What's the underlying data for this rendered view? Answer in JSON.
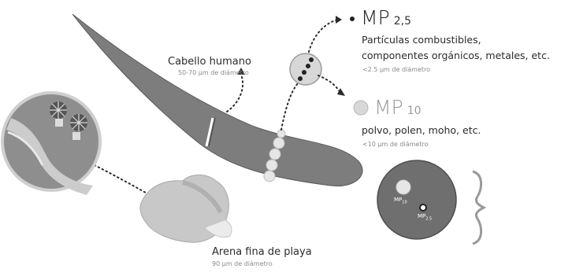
{
  "hair": {
    "title": "Cabello humano",
    "subtitle": "50-70 µm de diámetro"
  },
  "mp25": {
    "symbol": "MP",
    "subscript": "2,5",
    "line1": "Partículas combustibles,",
    "line2": "componentes orgánicos, metales, etc.",
    "size": "<2.5 µm de diámetro"
  },
  "mp10": {
    "symbol": "MP",
    "subscript": "10",
    "line1": "polvo, polen, moho, etc.",
    "size": "<10 µm de diámetro"
  },
  "sand": {
    "title": "Arena fina de playa",
    "subtitle": "90 µm de diámetro"
  },
  "inset": {
    "label_mp10": "MP",
    "label_mp10_sub": "10",
    "label_mp25": "MP",
    "label_mp25_sub": "2.5"
  },
  "colors": {
    "hair": "#7d7d7d",
    "circle": "#6f6f6f",
    "particle": "#e6e6e6",
    "text": "#2a2a2a"
  }
}
